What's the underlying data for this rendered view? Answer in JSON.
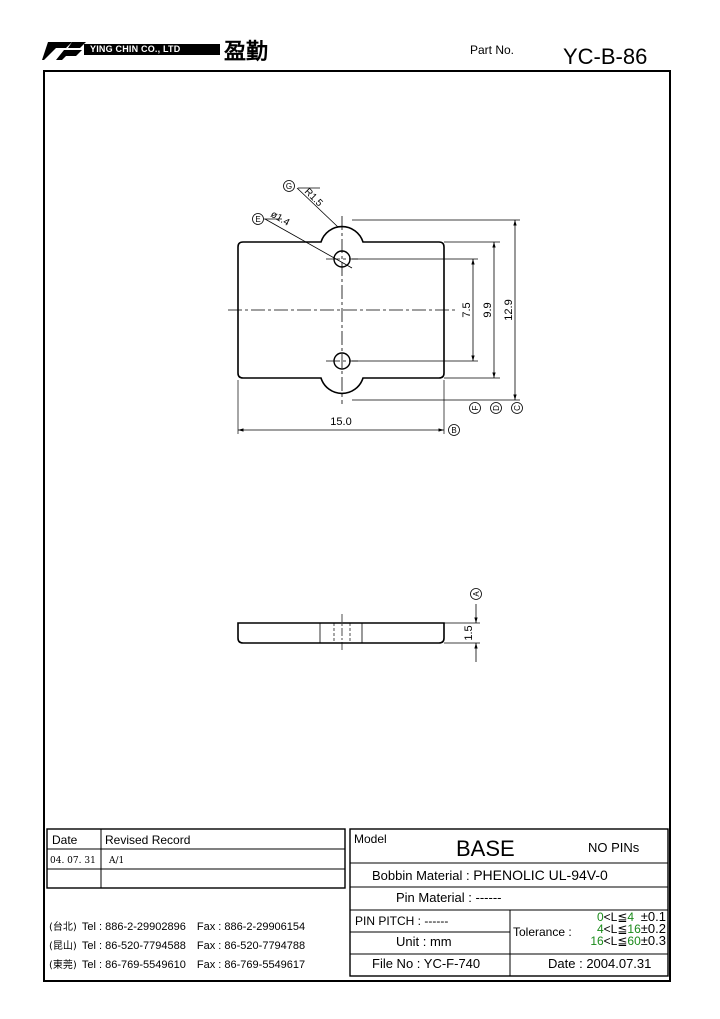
{
  "header": {
    "company_en": "YING CHIN CO., LTD",
    "company_cn": "盈勤",
    "part_no_label": "Part No.",
    "part_no": "YC-B-86"
  },
  "dimensions": {
    "radius": "R1.5",
    "radius_tag": "G",
    "hole_dia": "ø1.4",
    "hole_tag": "E",
    "width": "15.0",
    "width_tag": "B",
    "pitch": "7.5",
    "pitch_tag": "F",
    "inner_len": "9.9",
    "inner_tag": "D",
    "total_len": "12.9",
    "total_tag": "C",
    "thickness": "1.5",
    "thickness_tag": "A"
  },
  "revision": {
    "date_header": "Date",
    "record_header": "Revised Record",
    "rows": [
      {
        "date": "04. 07. 31",
        "record": "A/1"
      },
      {
        "date": "",
        "record": ""
      },
      {
        "date": "",
        "record": ""
      }
    ]
  },
  "offices": [
    {
      "city": "(台北)",
      "tel": "Tel : 886-2-29902896",
      "fax": "Fax : 886-2-29906154"
    },
    {
      "city": "(昆山)",
      "tel": "Tel : 86-520-7794588",
      "fax": "Fax : 86-520-7794788"
    },
    {
      "city": "(東莞)",
      "tel": "Tel : 86-769-5549610",
      "fax": "Fax : 86-769-5549617"
    }
  ],
  "spec": {
    "model_label": "Model",
    "model": "BASE",
    "pins": "NO PINs",
    "bobbin_material_label": "Bobbin  Material :",
    "bobbin_material": "PHENOLIC UL-94V-0",
    "pin_material_label": "Pin  Material :",
    "pin_material": "------",
    "pin_pitch_label": "PIN  PITCH :",
    "pin_pitch": "------",
    "unit_label": "Unit :",
    "unit": "mm",
    "tolerance_label": "Tolerance :",
    "tolerances": [
      {
        "lo": "0",
        "op": "<L≦",
        "hi": "4",
        "tol": "±0.1"
      },
      {
        "lo": "4",
        "op": "<L≦",
        "hi": "16",
        "tol": "±0.2"
      },
      {
        "lo": "16",
        "op": "<L≦",
        "hi": "60",
        "tol": "±0.3"
      }
    ],
    "file_no_label": "File  No :",
    "file_no": "YC-F-740",
    "date_label": "Date :",
    "date": "2004.07.31"
  }
}
